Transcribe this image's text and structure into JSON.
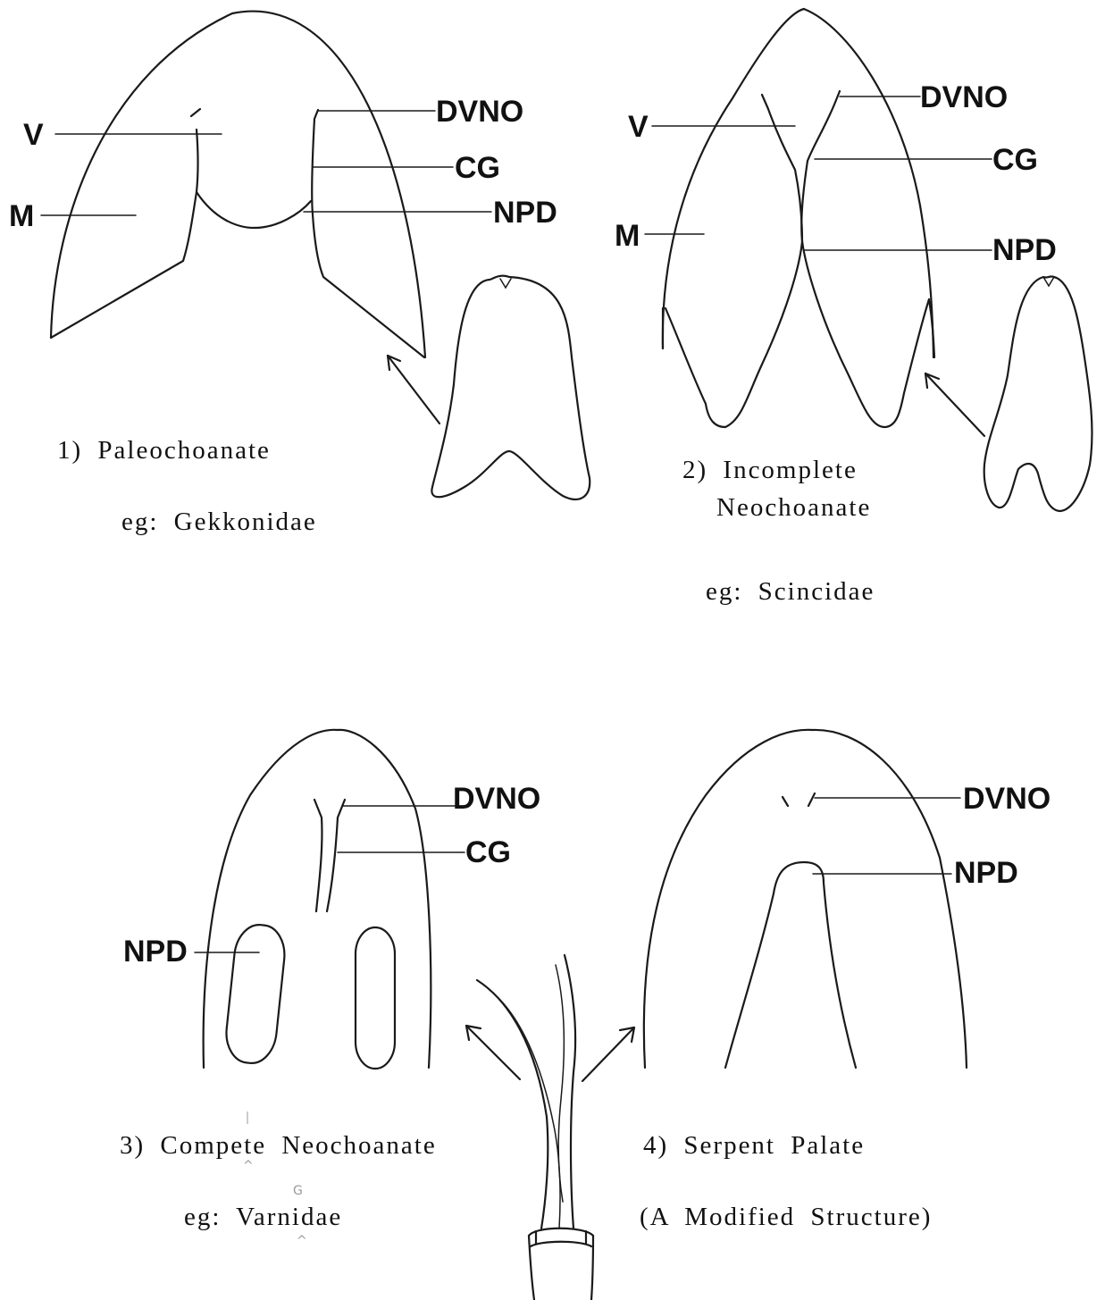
{
  "panels": [
    {
      "id": "paleochoanate",
      "caption_line1": "1)  Paleochoanate",
      "caption_line2": "",
      "example": "eg:  Gekkonidae",
      "labels": {
        "V": "V",
        "M": "M",
        "DVNO": "DVNO",
        "CG": "CG",
        "NPD": "NPD"
      }
    },
    {
      "id": "incomplete-neochoanate",
      "caption_line1": "2)  Incomplete",
      "caption_line2": "Neochoanate",
      "example": "eg:  Scincidae",
      "labels": {
        "V": "V",
        "M": "M",
        "DVNO": "DVNO",
        "CG": "CG",
        "NPD": "NPD"
      }
    },
    {
      "id": "complete-neochoanate",
      "caption_line1": "3)  Compete  Neochoanate",
      "caption_line2": "",
      "example": "eg:  Varnidae",
      "labels": {
        "DVNO": "DVNO",
        "CG": "CG",
        "NPD": "NPD"
      }
    },
    {
      "id": "serpent-palate",
      "caption_line1": "4)  Serpent  Palate",
      "caption_line2": "",
      "example": "(A  Modified  Structure)",
      "labels": {
        "DVNO": "DVNO",
        "NPD": "NPD"
      }
    }
  ],
  "annotations": {
    "correction_letter": "G",
    "insert_mark": "^"
  }
}
